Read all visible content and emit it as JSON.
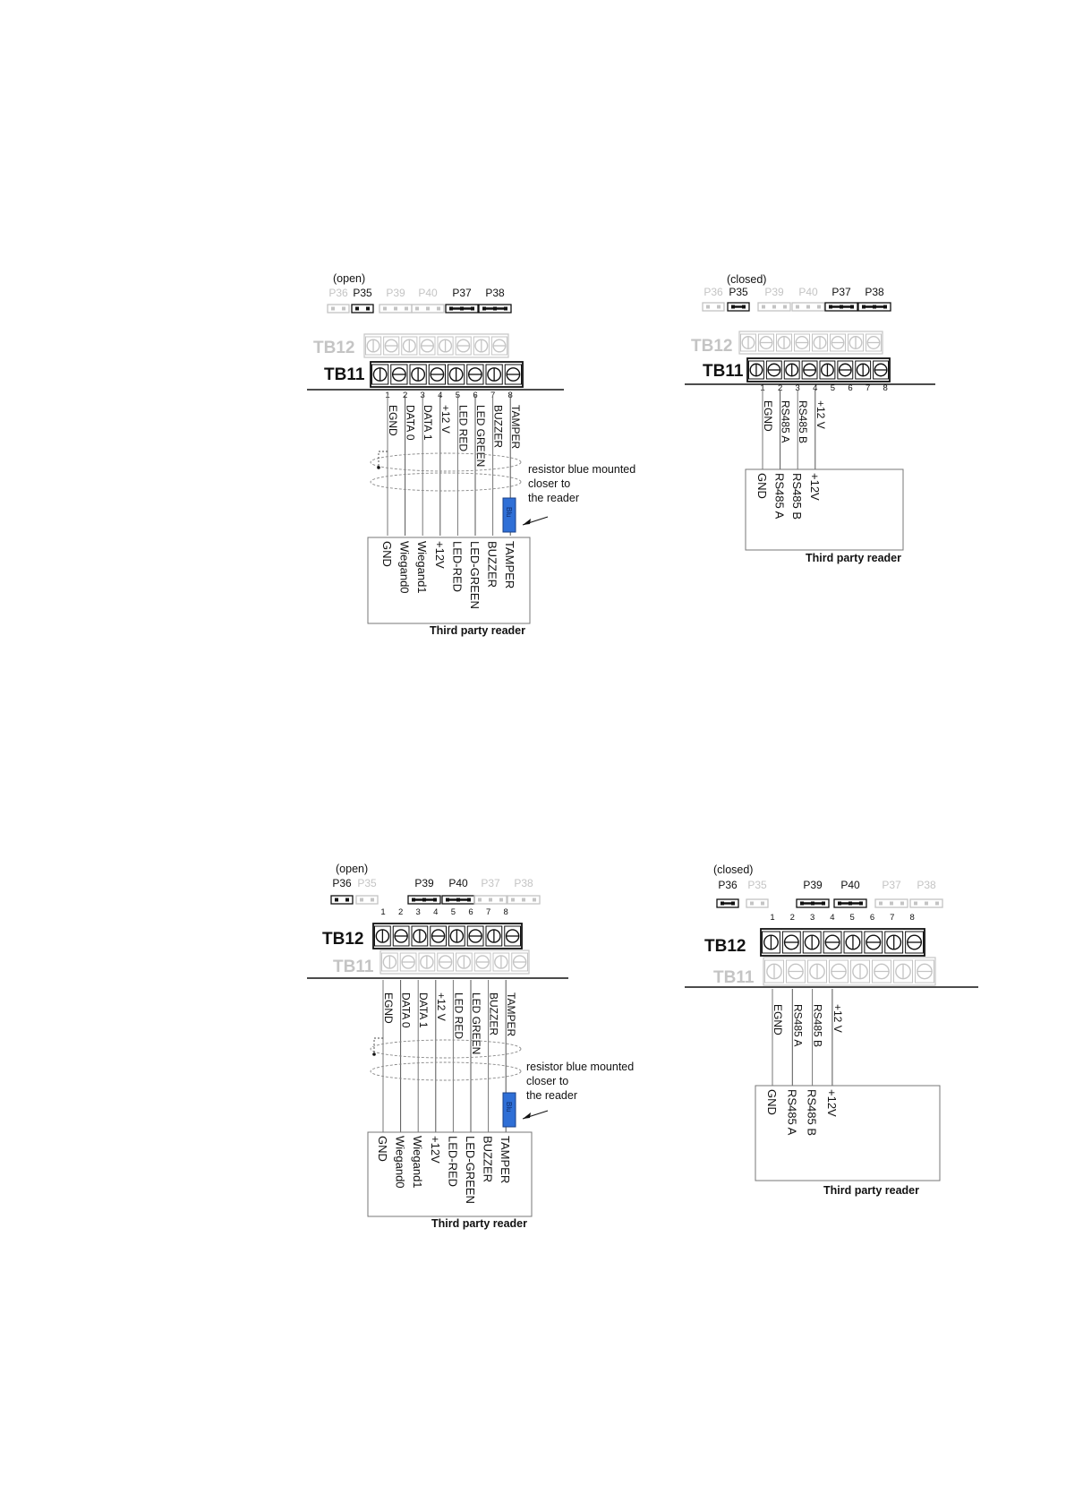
{
  "colors": {
    "ink": "#111111",
    "faded": "#c4c4c4",
    "resistor": "#2f6fd6",
    "resistor_text": "#0b2a6a"
  },
  "diagrams": [
    {
      "name": "wiegand-tb11",
      "board": "TB11",
      "back_board": "TB12",
      "state": "(open)",
      "jumpers": [
        {
          "label": "P36",
          "active": false,
          "closed": false,
          "pins": 2
        },
        {
          "label": "P35",
          "active": true,
          "closed": false,
          "pins": 2
        },
        {
          "label": "P39",
          "active": false,
          "closed": false,
          "pins": 3
        },
        {
          "label": "P40",
          "active": false,
          "closed": false,
          "pins": 3
        },
        {
          "label": "P37",
          "active": true,
          "closed": true,
          "pins": 3
        },
        {
          "label": "P38",
          "active": true,
          "closed": true,
          "pins": 3
        }
      ],
      "terminal_numbers": [
        "1",
        "2",
        "3",
        "4",
        "5",
        "6",
        "7",
        "8"
      ],
      "wires": [
        "EGND",
        "DATA 0",
        "DATA 1",
        "+12 V",
        "LED RED",
        "LED GREEN",
        "BUZZER",
        "TAMPER"
      ],
      "reader_labels": [
        "GND",
        "Wiegand0",
        "Wiegand1",
        "+12V",
        "LED-RED",
        "LED-GREEN",
        "BUZZER",
        "TAMPER"
      ],
      "reader_title": "Third party reader",
      "resistor_note": [
        "resistor blue mounted",
        "closer to",
        "the reader"
      ],
      "resistor_label": "Blu"
    },
    {
      "name": "rs485-tb11",
      "board": "TB11",
      "back_board": "TB12",
      "state": "(closed)",
      "jumpers": [
        {
          "label": "P36",
          "active": false,
          "closed": false,
          "pins": 2
        },
        {
          "label": "P35",
          "active": true,
          "closed": true,
          "pins": 2
        },
        {
          "label": "P39",
          "active": false,
          "closed": false,
          "pins": 3
        },
        {
          "label": "P40",
          "active": false,
          "closed": false,
          "pins": 3
        },
        {
          "label": "P37",
          "active": true,
          "closed": true,
          "pins": 3
        },
        {
          "label": "P38",
          "active": true,
          "closed": true,
          "pins": 3
        }
      ],
      "terminal_numbers": [
        "1",
        "2",
        "3",
        "4",
        "5",
        "6",
        "7",
        "8"
      ],
      "wires": [
        "EGND",
        "RS485 A",
        "RS485 B",
        "+12 V"
      ],
      "reader_labels": [
        "GND",
        "RS485 A",
        "RS485 B",
        "+12V"
      ],
      "reader_title": "Third party reader"
    },
    {
      "name": "wiegand-tb12",
      "board": "TB12",
      "back_board": "TB11",
      "state": "(open)",
      "jumpers": [
        {
          "label": "P36",
          "active": true,
          "closed": false,
          "pins": 2
        },
        {
          "label": "P35",
          "active": false,
          "closed": false,
          "pins": 2
        },
        {
          "label": "P39",
          "active": true,
          "closed": true,
          "pins": 3
        },
        {
          "label": "P40",
          "active": true,
          "closed": true,
          "pins": 3
        },
        {
          "label": "P37",
          "active": false,
          "closed": false,
          "pins": 3
        },
        {
          "label": "P38",
          "active": false,
          "closed": false,
          "pins": 3
        }
      ],
      "terminal_numbers": [
        "1",
        "2",
        "3",
        "4",
        "5",
        "6",
        "7",
        "8"
      ],
      "wires": [
        "EGND",
        "DATA 0",
        "DATA 1",
        "+12 V",
        "LED RED",
        "LED GREEN",
        "BUZZER",
        "TAMPER"
      ],
      "reader_labels": [
        "GND",
        "Wiegand0",
        "Wiegand1",
        "+12V",
        "LED-RED",
        "LED-GREEN",
        "BUZZER",
        "TAMPER"
      ],
      "reader_title": "Third party reader",
      "resistor_note": [
        "resistor blue mounted",
        "closer to",
        "the reader"
      ],
      "resistor_label": "Blu"
    },
    {
      "name": "rs485-tb12",
      "board": "TB12",
      "back_board": "TB11",
      "state": "(closed)",
      "jumpers": [
        {
          "label": "P36",
          "active": true,
          "closed": true,
          "pins": 2
        },
        {
          "label": "P35",
          "active": false,
          "closed": false,
          "pins": 2
        },
        {
          "label": "P39",
          "active": true,
          "closed": true,
          "pins": 3
        },
        {
          "label": "P40",
          "active": true,
          "closed": true,
          "pins": 3
        },
        {
          "label": "P37",
          "active": false,
          "closed": false,
          "pins": 3
        },
        {
          "label": "P38",
          "active": false,
          "closed": false,
          "pins": 3
        }
      ],
      "terminal_numbers": [
        "1",
        "2",
        "3",
        "4",
        "5",
        "6",
        "7",
        "8"
      ],
      "wires": [
        "EGND",
        "RS485 A",
        "RS485 B",
        "+12 V"
      ],
      "reader_labels": [
        "GND",
        "RS485 A",
        "RS485 B",
        "+12V"
      ],
      "reader_title": "Third party reader"
    }
  ]
}
